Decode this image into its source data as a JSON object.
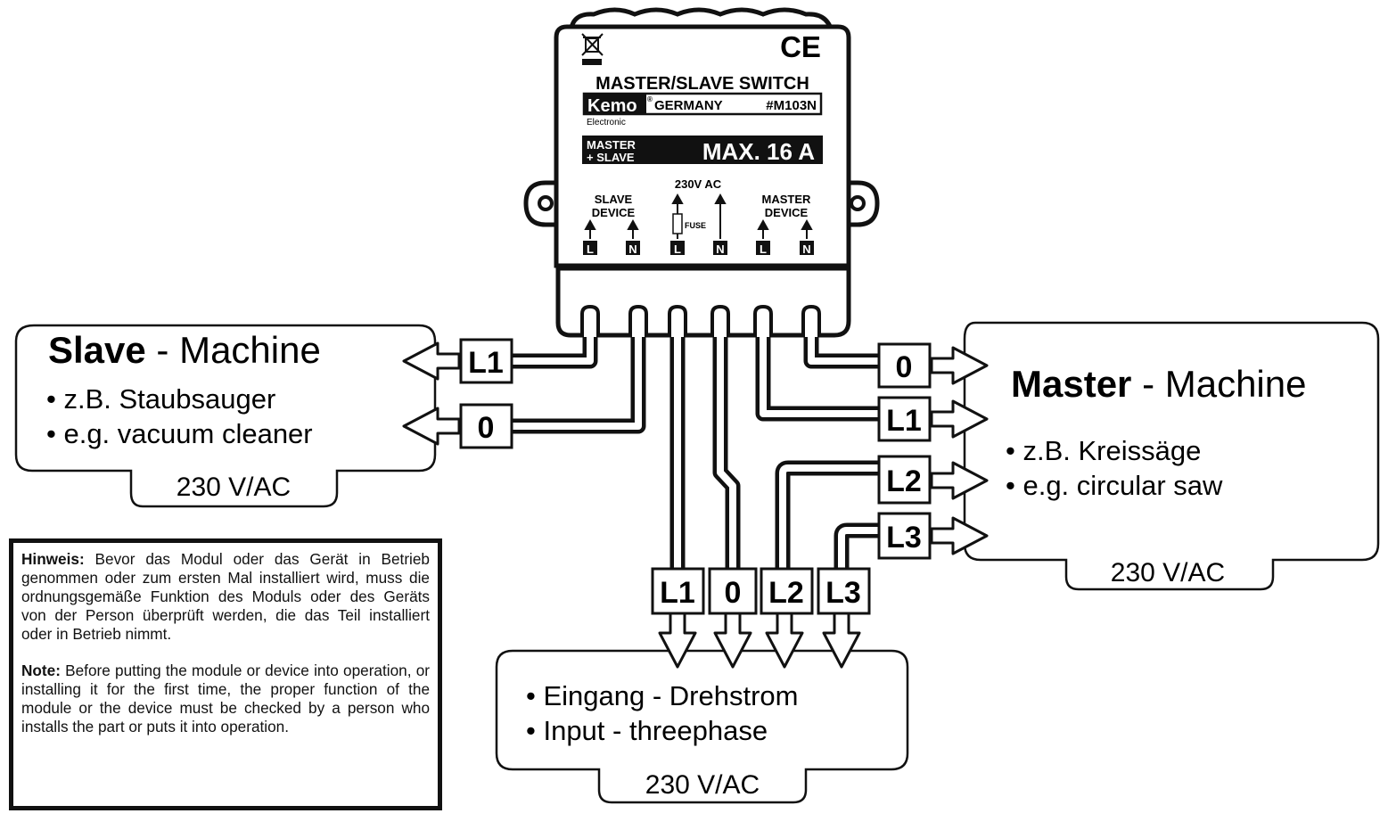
{
  "module": {
    "title": "MASTER/SLAVE SWITCH",
    "brand": "Kemo",
    "brand_registered": "®",
    "brand_sub": "Electronic",
    "country": "GERMANY",
    "model": "#M103N",
    "rating_label_1": "MASTER",
    "rating_label_2": "+ SLAVE",
    "rating_value": "MAX. 16 A",
    "ce_mark": "CE",
    "input_label": "230V AC",
    "slave_label_1": "SLAVE",
    "slave_label_2": "DEVICE",
    "master_label_1": "MASTER",
    "master_label_2": "DEVICE",
    "fuse_label": "FUSE",
    "terminals": [
      "L",
      "N",
      "L",
      "N",
      "L",
      "N"
    ]
  },
  "slave_box": {
    "title_bold": "Slave",
    "title_rest": " - Machine",
    "items": [
      "• z.B. Staubsauger",
      "• e.g. vacuum cleaner"
    ],
    "voltage": "230 V/AC",
    "wires": [
      "L1",
      "0"
    ]
  },
  "master_box": {
    "title_bold": "Master",
    "title_rest": " - Machine",
    "items": [
      "• z.B. Kreissäge",
      "• e.g. circular saw"
    ],
    "voltage": "230 V/AC",
    "wires": [
      "0",
      "L1",
      "L2",
      "L3"
    ]
  },
  "input_box": {
    "items": [
      "• Eingang - Drehstrom",
      "• Input - threephase"
    ],
    "voltage": "230 V/AC",
    "wires": [
      "L1",
      "0",
      "L2",
      "L3"
    ]
  },
  "note": {
    "de_label": "Hinweis:",
    "de_text": " Bevor das Modul oder das Gerät in Betrieb genommen oder zum ersten Mal installiert wird, muss die ordnungsgemäße Funktion des Moduls oder des Geräts von der Person überprüft werden, die das Teil installiert oder in Betrieb nimmt.",
    "en_label": "Note:",
    "en_text": " Before putting the module or device into operation, or installing it for the first time, the proper function of the module or the device must be checked by a person who installs the part or puts it into operation."
  }
}
